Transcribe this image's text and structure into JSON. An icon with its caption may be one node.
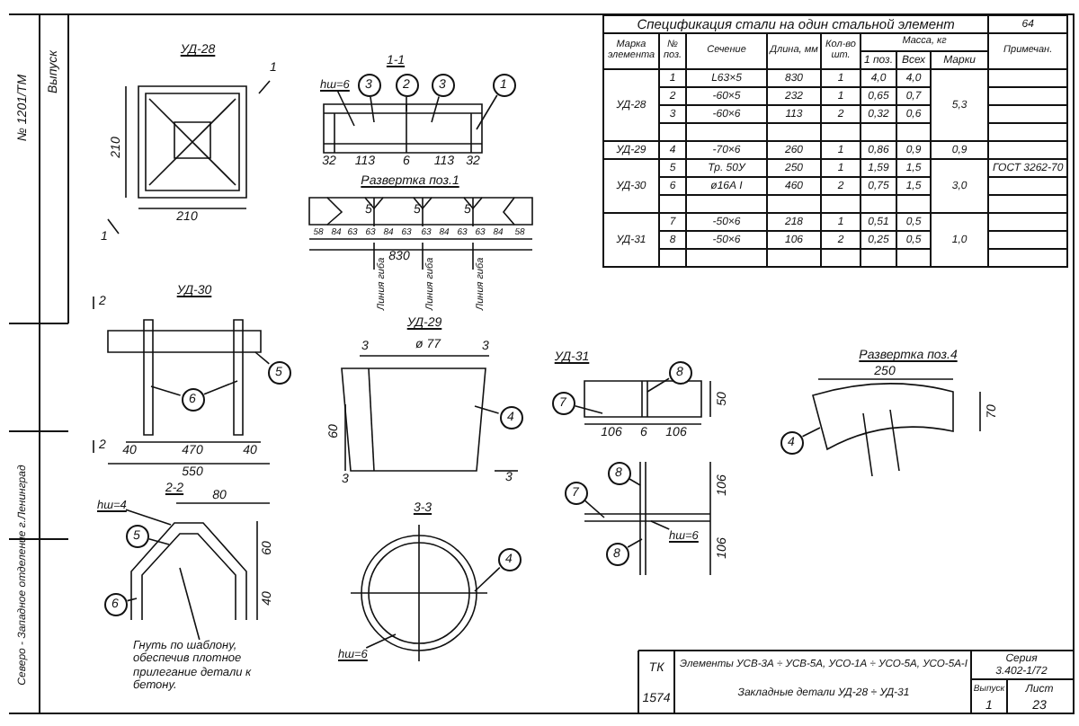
{
  "diagram": {
    "nodes": [
      {
        "text": [
          "hш=6"
        ]
      },
      {
        "text": [
          "3"
        ]
      },
      {
        "text": [
          "2"
        ]
      },
      {
        "text": [
          "3"
        ]
      },
      {
        "text": [
          "1"
        ]
      },
      {
        "text": [
          "5"
        ]
      },
      {
        "text": [
          "6"
        ]
      },
      {
        "text": [
          "4"
        ]
      },
      {
        "text": [
          "hш=4"
        ]
      },
      {
        "text": [
          "5"
        ]
      },
      {
        "text": [
          "6"
        ]
      },
      {
        "text": [
          "Гнуть по шаблону, обеспечив плотное прилегание детали к бетону."
        ]
      },
      {
        "text": [
          "4"
        ]
      },
      {
        "text": [
          "hш=6"
        ]
      },
      {
        "text": [
          "7"
        ]
      },
      {
        "text": [
          "8"
        ]
      },
      {
        "text": [
          "8"
        ]
      },
      {
        "text": [
          "7"
        ]
      },
      {
        "text": [
          "hш=6"
        ]
      },
      {
        "text": [
          "8"
        ]
      },
      {
        "text": [
          "4"
        ]
      },
      {
        "text": [],
        "shape": "picture"
      },
      {
        "text": [],
        "shape": "picture"
      }
    ],
    "edges": [
      {
        "from": 0,
        "to": null,
        "arrow": "none"
      },
      {
        "from": 1,
        "to": null,
        "arrow": "none"
      },
      {
        "from": 2,
        "to": null,
        "arrow": "none"
      },
      {
        "from": 3,
        "to": null,
        "arrow": "none"
      },
      {
        "from": 4,
        "to": null,
        "arrow": "none"
      },
      {
        "from": 5,
        "to": null,
        "arrow": "none"
      },
      {
        "from": 6,
        "to": null,
        "arrow": "none"
      },
      {
        "from": 6,
        "to": null,
        "arrow": "none"
      },
      {
        "from": 7,
        "to": null,
        "arrow": "none"
      },
      {
        "from": 8,
        "to": null,
        "arrow": "none"
      },
      {
        "from": 9,
        "to": null,
        "arrow": "none"
      },
      {
        "from": 10,
        "to": null,
        "arrow": "none"
      },
      {
        "from": 11,
        "to": null,
        "arrow": "none"
      },
      {
        "from": 12,
        "to": 21,
        "arrow": "none"
      },
      {
        "from": 13,
        "to": 21,
        "arrow": "none"
      },
      {
        "from": 14,
        "to": 22,
        "arrow": "none"
      },
      {
        "from": 15,
        "to": 22,
        "arrow": "none"
      },
      {
        "from": 16,
        "to": null,
        "arrow": "none"
      },
      {
        "from": 17,
        "to": null,
        "arrow": "none"
      },
      {
        "from": 18,
        "to": null,
        "arrow": "none"
      },
      {
        "from": 19,
        "to": null,
        "arrow": "none"
      },
      {
        "from": 20,
        "to": null,
        "arrow": "none"
      }
    ],
    "labels": [
      "№ 1201/ТМ",
      "Выпуск",
      "УД-28",
      "1",
      "210",
      "210",
      "1",
      "1-1",
      "32",
      "113",
      "6",
      "113",
      "32",
      "Развертка поз.1",
      "58",
      "84",
      "63",
      "63",
      "84",
      "63",
      "63",
      "84",
      "63",
      "63",
      "84",
      "58",
      "5",
      "5",
      "5",
      "830",
      "Линия гиба",
      "Линия гиба",
      "Линия гиба",
      "УД-30",
      "2",
      "УД-29",
      "3",
      "ø 77",
      "3",
      "60",
      "УД-31",
      "2",
      "40",
      "470",
      "40",
      "550",
      "3",
      "3",
      "2-2",
      "80",
      "60",
      "40",
      "3-3",
      "106",
      "6",
      "106",
      "50",
      "106",
      "106",
      "Развертка поз.4",
      "250",
      "70",
      "Северо - Западное отделение г.Ленинград",
      "Спецификация стали на один стальной элемент",
      "64",
      "Марка элемента",
      "№ поз.",
      "Сечение",
      "Длина, мм",
      "Кол-во шт.",
      "Масса, кг",
      "Примечан.",
      "1 поз.",
      "Всех",
      "Марки",
      "УД-28",
      "1",
      "L63×5",
      "830",
      "1",
      "4,0",
      "4,0",
      "5,3",
      "2",
      "-60×5",
      "232",
      "1",
      "0,65",
      "0,7",
      "3",
      "-60×6",
      "113",
      "2",
      "0,32",
      "0,6",
      "УД-29",
      "4",
      "-70×6",
      "260",
      "1",
      "0,86",
      "0,9",
      "0,9",
      "УД-30",
      "5",
      "Тр. 50У",
      "250",
      "1",
      "1,59",
      "1,5",
      "3,0",
      "ГОСТ 3262-70",
      "6",
      "ø16А I",
      "460",
      "2",
      "0,75",
      "1,5",
      "УД-31",
      "7",
      "-50×6",
      "218",
      "1",
      "0,51",
      "0,5",
      "8",
      "-50×6",
      "106",
      "2",
      "0,25",
      "0,5",
      "1,0",
      "ТК",
      "1574",
      "Элементы УСВ-3А ÷ УСВ-5А, УСО-1А ÷ УСО-5А, УСО-5А-I",
      "Закладные детали УД-28 ÷ УД-31",
      "Серия",
      "3.402-1/72",
      "Выпуск",
      "Лист",
      "1",
      "23"
    ]
  }
}
